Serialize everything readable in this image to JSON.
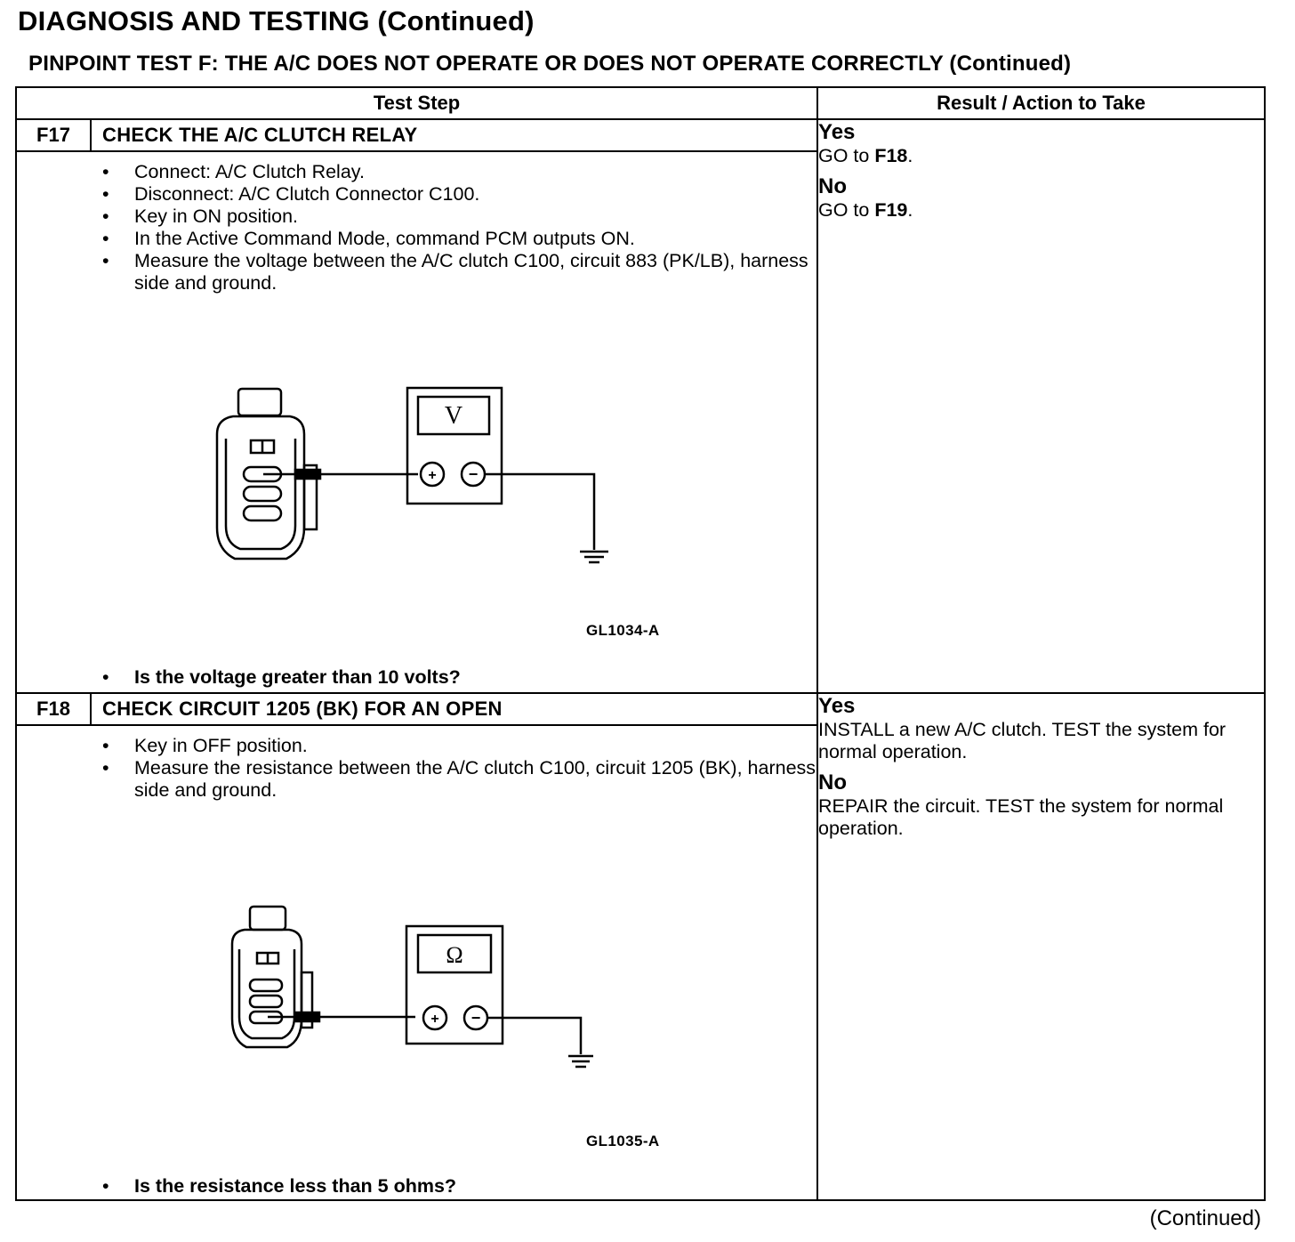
{
  "header": {
    "title": "DIAGNOSIS AND TESTING (Continued)",
    "subtitle": "PINPOINT TEST F: THE A/C DOES NOT OPERATE OR DOES NOT OPERATE CORRECTLY (Continued)"
  },
  "table": {
    "columns": [
      "Test Step",
      "Result / Action to Take"
    ],
    "steps": [
      {
        "id": "F17",
        "title": "CHECK THE A/C CLUTCH RELAY",
        "bullets": [
          "Connect: A/C Clutch Relay.",
          "Disconnect: A/C Clutch Connector C100.",
          "Key in ON position.",
          "In the Active Command Mode, command PCM outputs ON.",
          "Measure the voltage between the A/C clutch C100, circuit 883 (PK/LB), harness side and ground."
        ],
        "meter_symbol": "V",
        "figure_code": "GL1034-A",
        "question": "Is the voltage greater than 10 volts?",
        "yes_label": "Yes",
        "yes_action_prefix": "GO to ",
        "yes_action_ref": "F18",
        "yes_action_suffix": ".",
        "no_label": "No",
        "no_action_prefix": "GO to ",
        "no_action_ref": "F19",
        "no_action_suffix": "."
      },
      {
        "id": "F18",
        "title": "CHECK CIRCUIT 1205 (BK) FOR AN OPEN",
        "bullets": [
          "Key in OFF position.",
          "Measure the resistance between the A/C clutch C100, circuit 1205 (BK), harness side and ground."
        ],
        "meter_symbol": "Ω",
        "figure_code": "GL1035-A",
        "question": "Is the resistance less than 5 ohms?",
        "yes_label": "Yes",
        "yes_action": "INSTALL a new A/C clutch. TEST the system for normal operation.",
        "no_label": "No",
        "no_action": "REPAIR the circuit. TEST the system for normal operation."
      }
    ]
  },
  "meter_plus": "+",
  "meter_minus": "−",
  "footer": "(Continued)"
}
